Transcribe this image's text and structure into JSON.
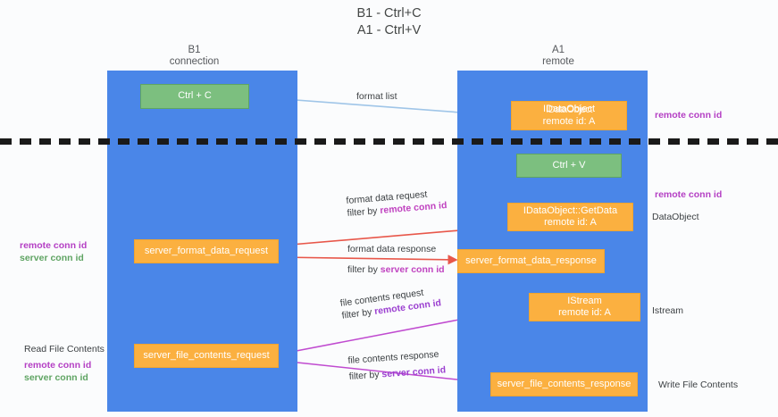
{
  "title": {
    "line1": "B1 - Ctrl+C",
    "line2": "A1 - Ctrl+V"
  },
  "columns": [
    {
      "name": "B1",
      "role": "connection"
    },
    {
      "name": "A1",
      "role": "remote"
    }
  ],
  "nodes": {
    "ctrl_c": {
      "label": "Ctrl + C"
    },
    "idataobject": {
      "line1": "IDataObject",
      "line2": "remote id: A",
      "ghost": "IDataObject"
    },
    "ctrl_v": {
      "label": "Ctrl + V"
    },
    "getdata": {
      "line1": "IDataObject::GetData",
      "line2": "remote id: A"
    },
    "server_format_data_request": {
      "label": "server_format_data_request"
    },
    "server_format_data_response": {
      "label": "server_format_data_response"
    },
    "istream": {
      "line1": "IStream",
      "line2": "remote id: A"
    },
    "server_file_contents_request": {
      "label": "server_file_contents_request"
    },
    "server_file_contents_response": {
      "label": "server_file_contents_response"
    }
  },
  "edges": {
    "format_list": {
      "text": "format list"
    },
    "format_data_request": {
      "text": "format data request",
      "filter_prefix": "filter by ",
      "filter_key": "remote conn id"
    },
    "format_data_response": {
      "text": "format data response",
      "filter_prefix": "filter by ",
      "filter_key": "server conn id"
    },
    "file_contents_request": {
      "text": "file contents request",
      "filter_prefix": "filter by ",
      "filter_key": "remote conn id"
    },
    "file_contents_response": {
      "text": "file contents response",
      "filter_prefix": "filter by ",
      "filter_key": "server conn id"
    }
  },
  "annotations": {
    "right_remote_conn_id_top": "remote conn id",
    "right_remote_conn_id_mid": "remote conn id",
    "right_dataobject": "DataObject",
    "right_istream": "Istream",
    "right_write_file_contents": "Write File Contents",
    "left_remote_conn_id_mid": "remote conn id",
    "left_server_conn_id_mid": "server conn id",
    "left_read_file_contents": "Read File Contents",
    "left_remote_conn_id_bottom": "remote conn id",
    "left_server_conn_id_bottom": "server conn id"
  },
  "colors": {
    "swimlane": "#4a86e8",
    "node_green": "#7cbf7f",
    "node_orange": "#fbb040",
    "accent_purple": "#c043c0",
    "accent_green": "#5fa463",
    "arrow_red": "#e8574a",
    "arrow_blue": "#9fc5e8",
    "arrow_violet": "#c04bd0",
    "arrow_black": "#1a1a1a",
    "divider": "#1a1a1a"
  }
}
